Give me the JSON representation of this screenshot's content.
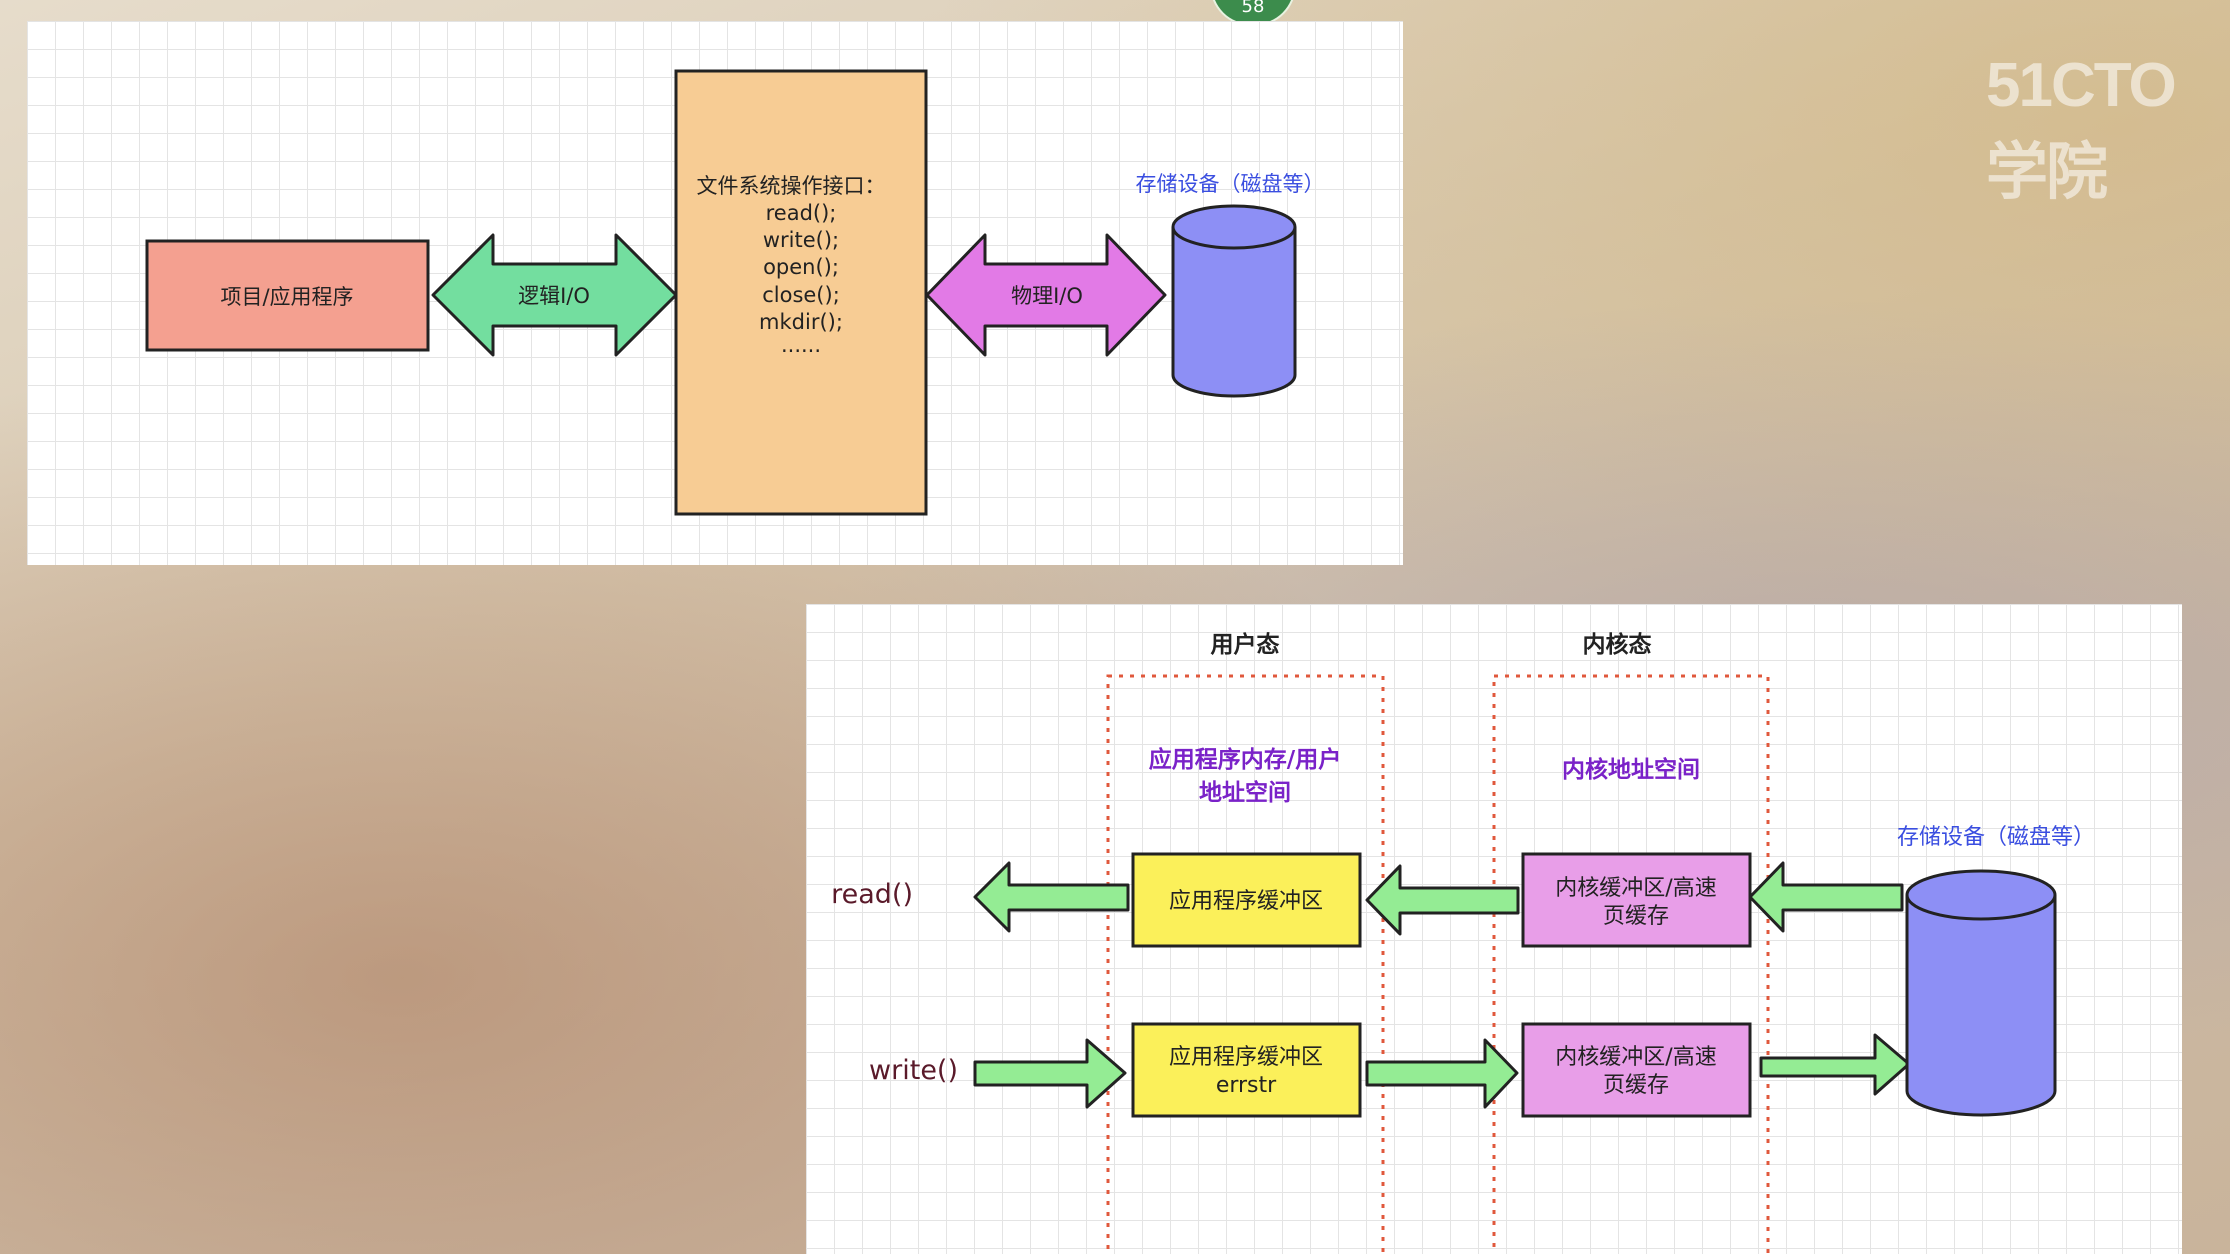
{
  "page_badge": "58",
  "watermark": "51CTO学院",
  "top_diagram": {
    "app_box": "项目/应用程序",
    "logical_io": "逻辑I/O",
    "fs_interface": {
      "title": "文件系统操作接口：",
      "methods": [
        "read();",
        "write();",
        "open();",
        "close();",
        "mkdir();",
        "......"
      ]
    },
    "physical_io": "物理I/O",
    "storage_label": "存储设备（磁盘等）"
  },
  "bottom_diagram": {
    "user_mode": "用户态",
    "kernel_mode": "内核态",
    "user_space_line1": "应用程序内存/用户",
    "user_space_line2": "地址空间",
    "kernel_space": "内核地址空间",
    "storage_label": "存储设备（磁盘等）",
    "read_label": "read()",
    "write_label": "write()",
    "app_buffer_read": "应用程序缓冲区",
    "app_buffer_write_line1": "应用程序缓冲区",
    "app_buffer_write_line2": "errstr",
    "kernel_buffer_line1": "内核缓冲区/高速",
    "kernel_buffer_line2": "页缓存"
  },
  "colors": {
    "app_box": "#f4a090",
    "fs_box": "#f7cc94",
    "logical_arrow": "#73de9f",
    "physical_arrow": "#e27ae6",
    "cylinder": "#8d8ff5",
    "flow_arrow": "#94ec94",
    "yellow_box": "#fbf05a",
    "pink_box": "#e89ee8",
    "dashed_border": "#e0583c",
    "purple_text": "#7a22c8",
    "blue_text": "#3a4ee0",
    "dark_red_text": "#5a1a2a"
  }
}
